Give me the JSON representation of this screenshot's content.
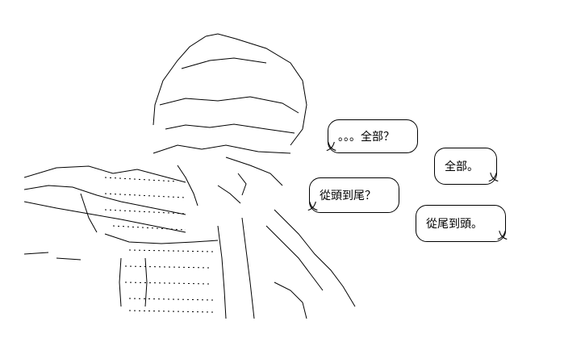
{
  "bubbles": [
    {
      "text": "。。。全部？"
    },
    {
      "text": "全部。"
    },
    {
      "text": "從頭到尾？"
    },
    {
      "text": "從尾到頭。"
    }
  ],
  "tail_glyph": "乂"
}
